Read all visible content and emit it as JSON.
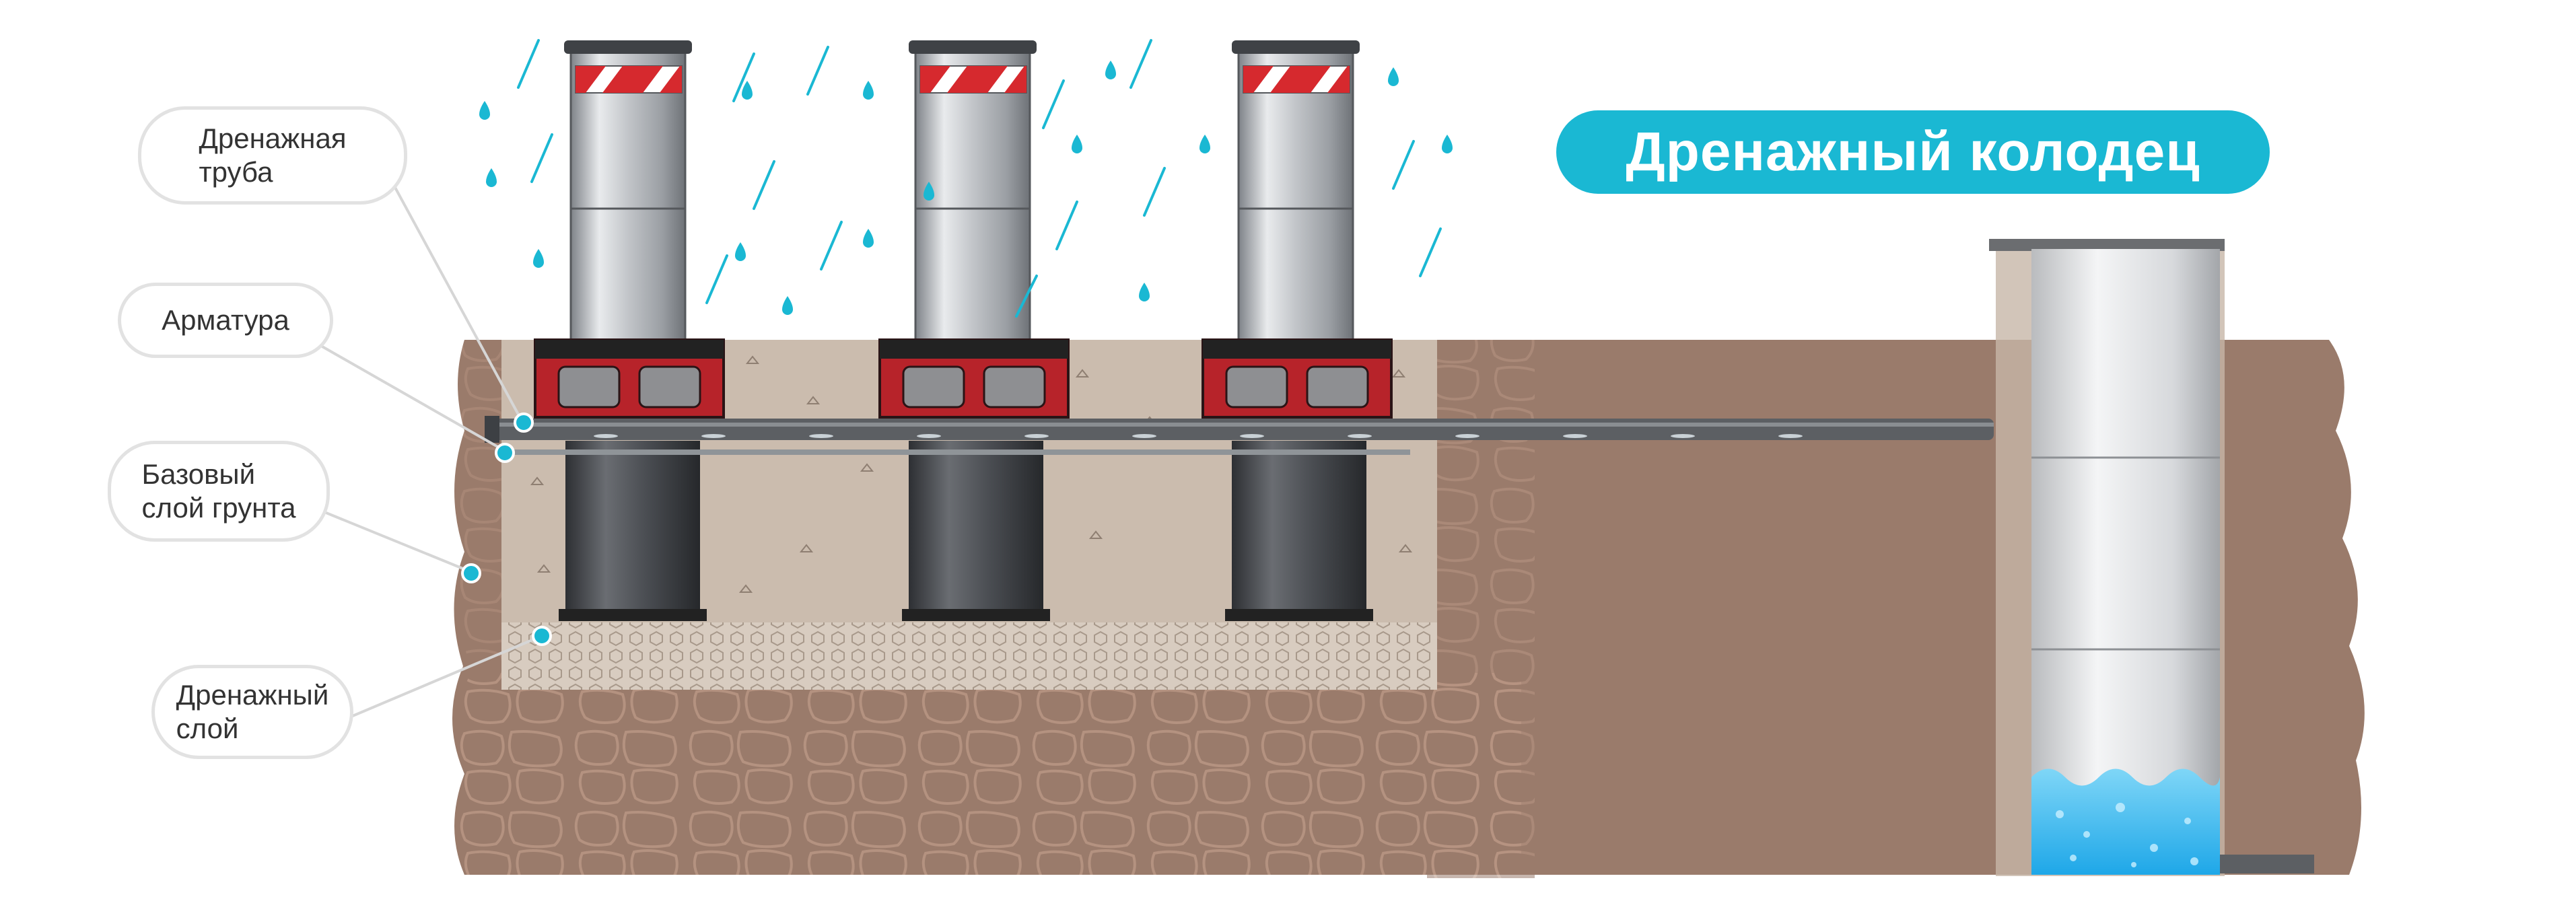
{
  "title": "Дренажный колодец",
  "labels": [
    {
      "id": "drain-pipe",
      "text": "Дренажная\nтруба"
    },
    {
      "id": "rebar",
      "text": "Арматура"
    },
    {
      "id": "base-soil",
      "text": "Базовый\nслой грунта"
    },
    {
      "id": "drain-layer",
      "text": "Дренажный\nслой"
    }
  ],
  "colors": {
    "accent": "#1ab8d3",
    "soil": "#9a7b6b",
    "concrete": "#cbbcae",
    "steel": "#b9bcc0",
    "bollard_base": "#c0272d",
    "water": "#4fc3f7"
  },
  "components": {
    "bollards": 3,
    "rain": true,
    "drainage_well": true
  }
}
